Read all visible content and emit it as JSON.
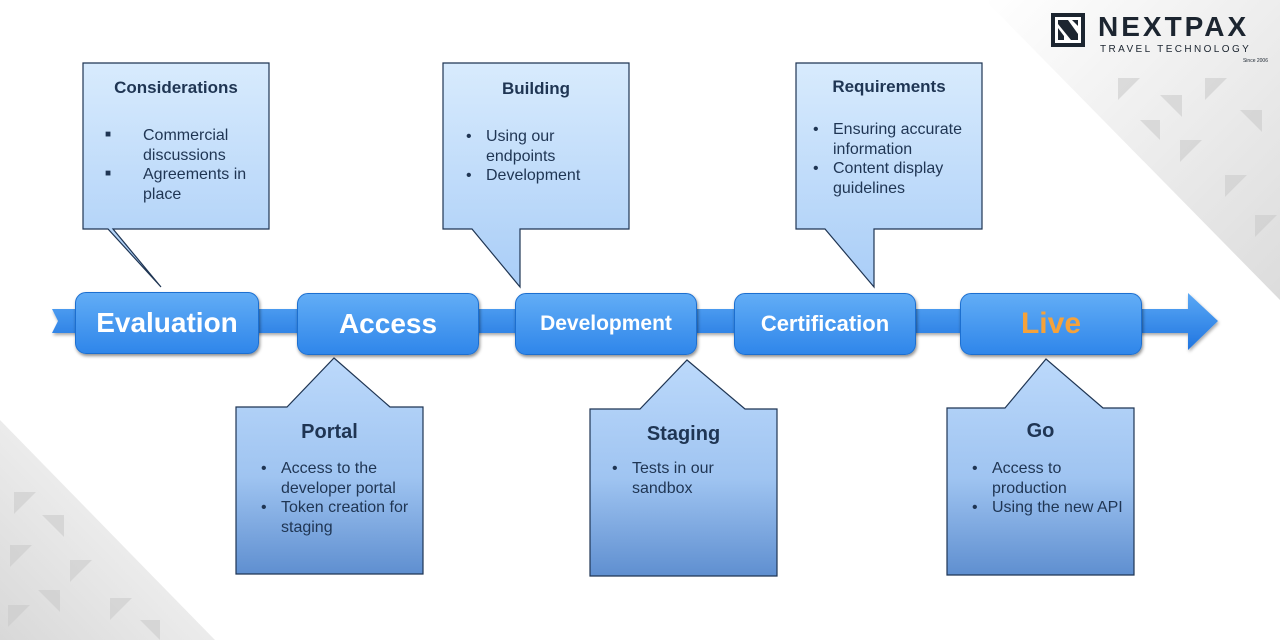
{
  "logo": {
    "name": "NEXTPAX",
    "tagline": "TRAVEL TECHNOLOGY",
    "since": "Since 2006"
  },
  "stages": [
    {
      "label": "Evaluation"
    },
    {
      "label": "Access"
    },
    {
      "label": "Development"
    },
    {
      "label": "Certification"
    },
    {
      "label": "Live"
    }
  ],
  "callouts": [
    {
      "title": "Considerations",
      "bullet_style": "square",
      "items": [
        "Commercial discussions",
        "Agreements in place"
      ]
    },
    {
      "title": "Portal",
      "bullet_style": "dot",
      "items": [
        "Access to the developer portal",
        "Token creation for staging"
      ]
    },
    {
      "title": "Building",
      "bullet_style": "dot",
      "items": [
        "Using our endpoints",
        "Development"
      ]
    },
    {
      "title": "Staging",
      "bullet_style": "dot",
      "items": [
        "Tests in our sandbox"
      ]
    },
    {
      "title": "Requirements",
      "bullet_style": "dot",
      "items": [
        "Ensuring accurate information",
        "Content display guidelines"
      ]
    },
    {
      "title": "Go",
      "bullet_style": "dot",
      "items": [
        "Access to production",
        "Using the new API"
      ]
    }
  ],
  "colors": {
    "arrow": "#2f86ea",
    "stage": "#3d93f0",
    "live_text": "#f5a23a",
    "callout_light": "#d8ebfd",
    "callout_dark": "#6f9dd6",
    "text": "#1f3553"
  }
}
